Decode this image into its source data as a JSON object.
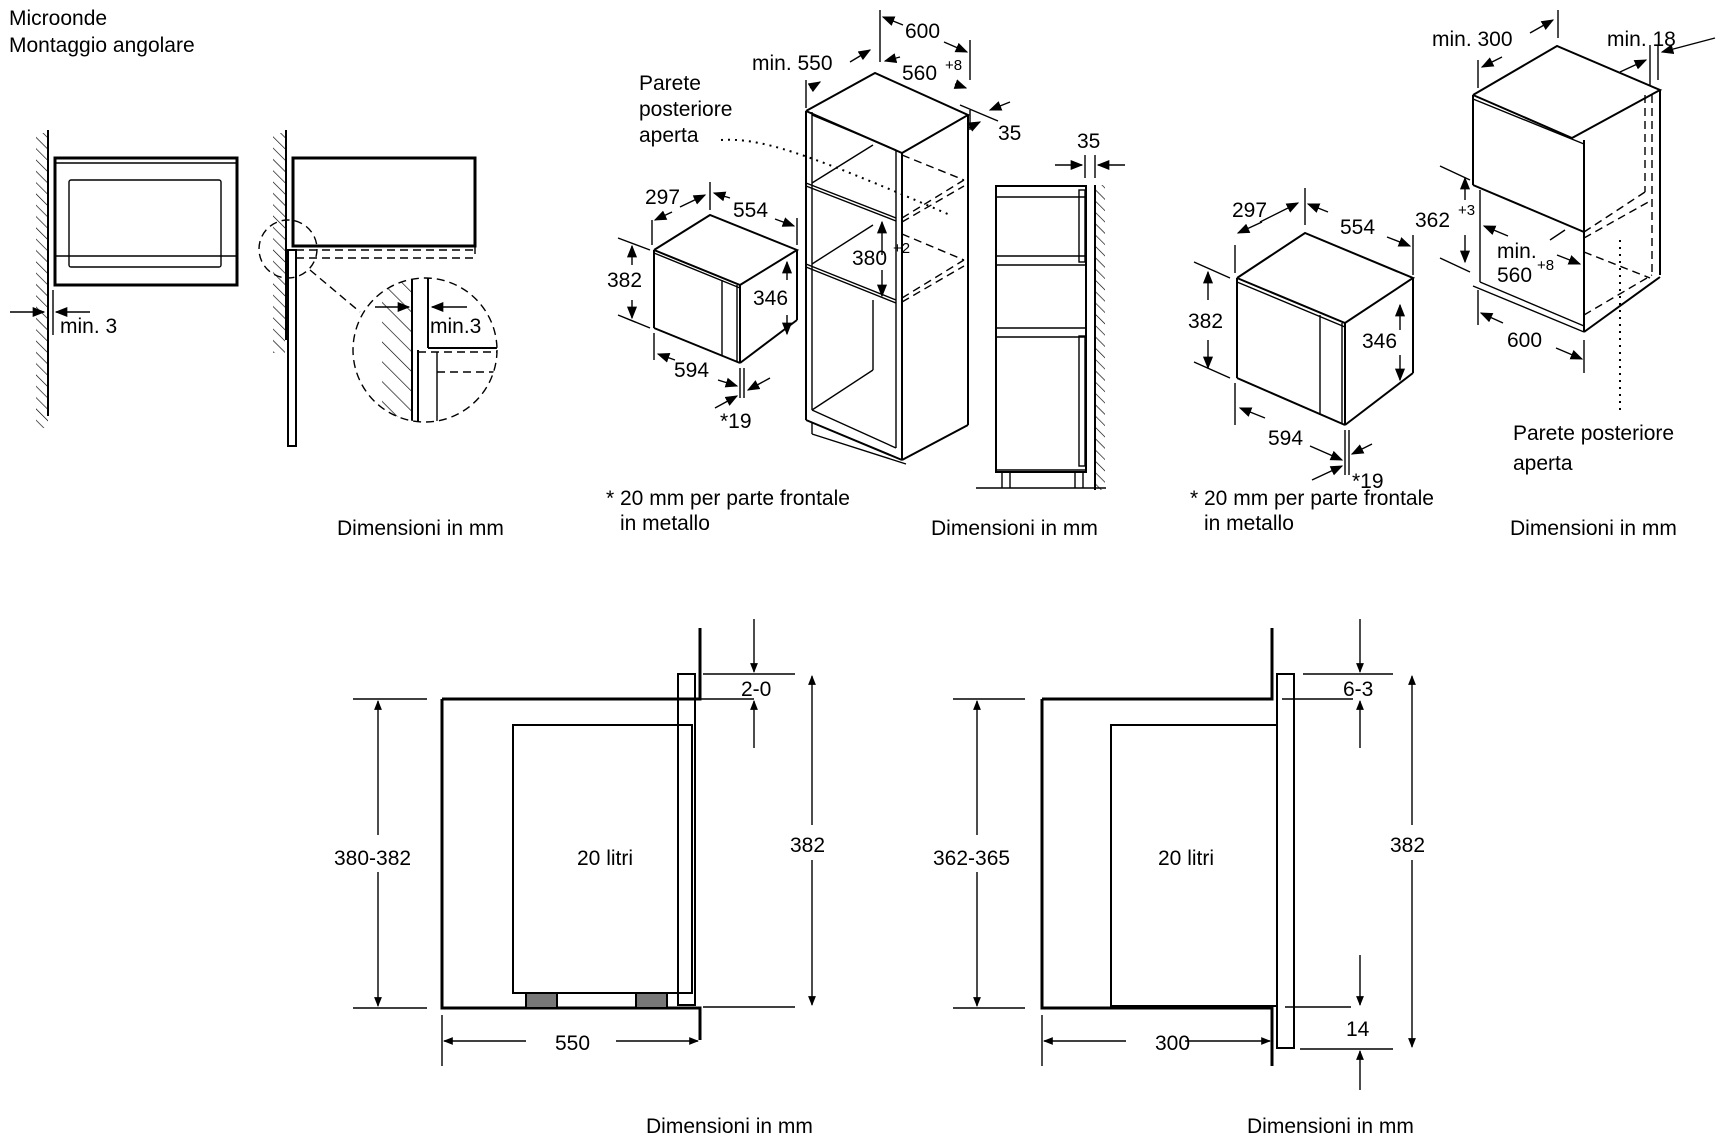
{
  "title": {
    "line1": "Microonde",
    "line2": "Montaggio angolare"
  },
  "panel_corner": {
    "min3_a": "min. 3",
    "min3_b": "min.3",
    "caption": "Dimensioni in mm"
  },
  "panel_tall_cabinet": {
    "open_back": [
      "Parete",
      "posteriore",
      "aperta"
    ],
    "dim_min550": "min. 550",
    "dim_600": "600",
    "dim_560": "560",
    "dim_560_tol": "+8",
    "dim_35_iso": "35",
    "dim_380": "380",
    "dim_380_tol": "+2",
    "dim_35_side": "35",
    "oven_297": "297",
    "oven_554": "554",
    "oven_382": "382",
    "oven_346": "346",
    "oven_594": "594",
    "oven_19": "*19",
    "footnote": [
      "* 20 mm per parte frontale",
      "in metallo"
    ],
    "caption": "Dimensioni in mm"
  },
  "panel_wall_cabinet": {
    "dim_min300": "min. 300",
    "dim_min18": "min. 18",
    "dim_362": "362",
    "dim_362_tol": "+3",
    "dim_min560_a": "min.",
    "dim_min560_b": "560",
    "dim_560_tol": "+8",
    "dim_600": "600",
    "open_back": [
      "Parete posteriore",
      "aperta"
    ],
    "oven_297": "297",
    "oven_554": "554",
    "oven_382": "382",
    "oven_346": "346",
    "oven_594": "594",
    "oven_19": "*19",
    "footnote": [
      "* 20 mm per parte frontale",
      "in metallo"
    ],
    "caption": "Dimensioni in mm"
  },
  "section_tall": {
    "height_range": "380-382",
    "volume": "20 litri",
    "gap": "2-0",
    "front_height": "382",
    "depth": "550",
    "caption": "Dimensioni in mm"
  },
  "section_wall": {
    "height_range": "362-365",
    "volume": "20 litri",
    "gap": "6-3",
    "front_height": "382",
    "bottom_offset": "14",
    "depth": "300",
    "caption": "Dimensioni in mm"
  }
}
